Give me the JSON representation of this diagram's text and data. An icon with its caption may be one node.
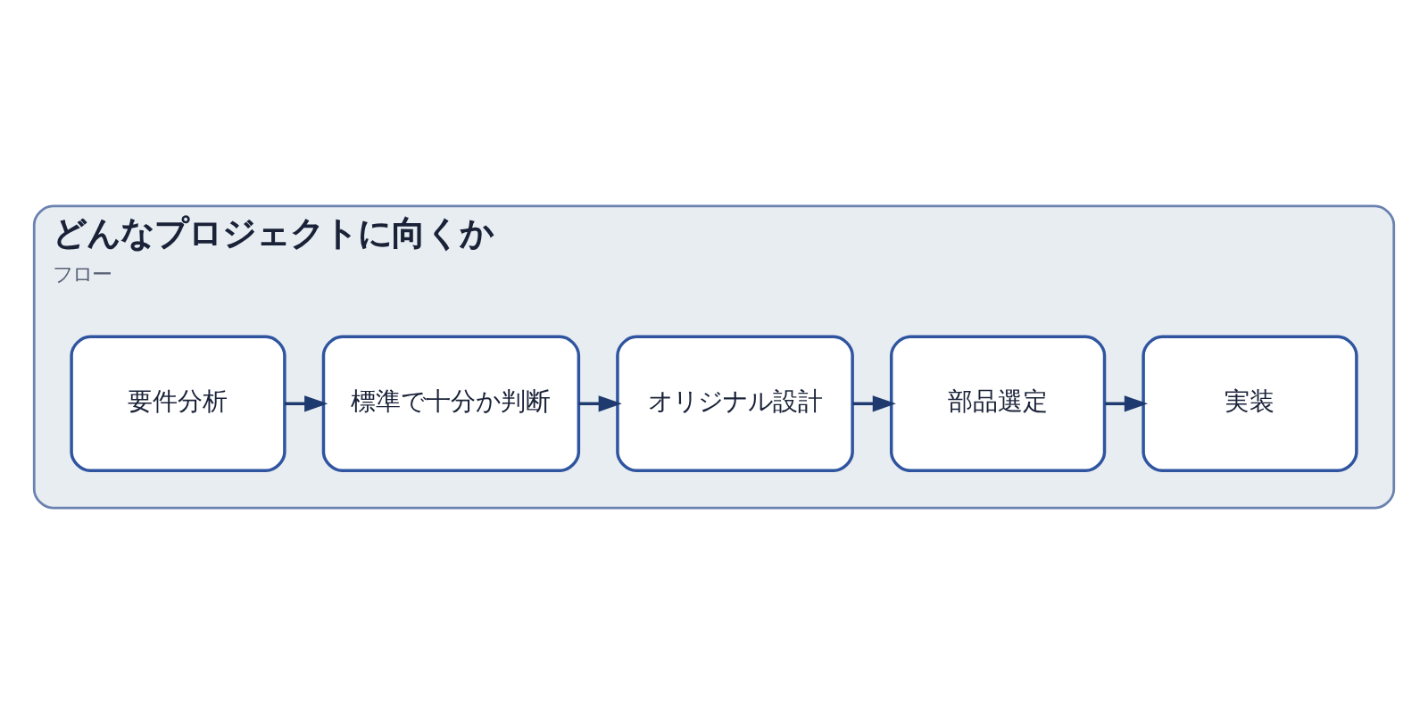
{
  "diagram": {
    "nodes": [
      {
        "text": [
          "どんなプロジェクトに向くか",
          "フロー"
        ]
      },
      {
        "text": [
          "要件分析"
        ],
        "in": 0
      },
      {
        "text": [
          "標準で十分か判断"
        ],
        "in": 0
      },
      {
        "text": [
          "オリジナル設計"
        ],
        "in": 0
      },
      {
        "text": [
          "部品選定"
        ],
        "in": 0
      },
      {
        "text": [
          "実装"
        ],
        "in": 0
      }
    ],
    "edges": [
      {
        "from": 1,
        "to": 2,
        "arrow": "to"
      },
      {
        "from": 2,
        "to": 3,
        "arrow": "to"
      },
      {
        "from": 3,
        "to": 4,
        "arrow": "to"
      },
      {
        "from": 4,
        "to": 5,
        "arrow": "to"
      }
    ]
  }
}
